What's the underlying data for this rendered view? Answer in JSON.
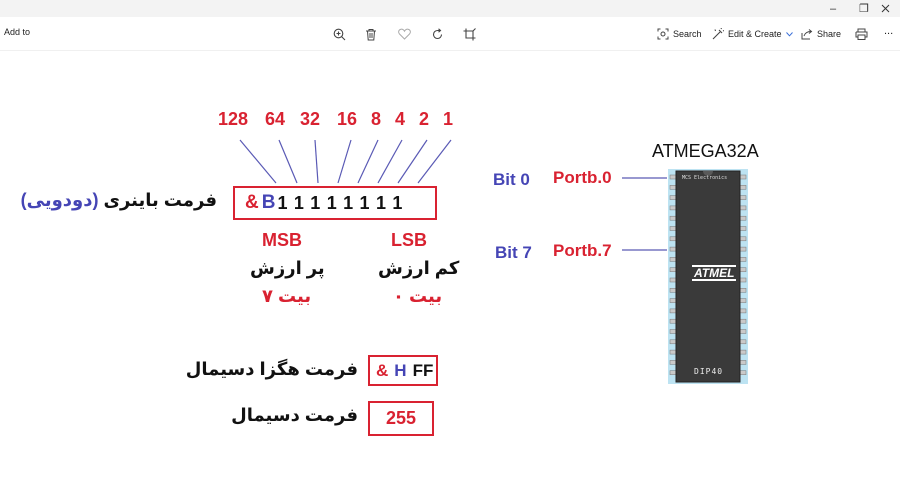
{
  "toolbar": {
    "add_to_label": "Add to",
    "search_label": "Search",
    "edit_create_label": "Edit & Create",
    "share_label": "Share",
    "more_label": "..."
  },
  "window": {
    "minimize_glyph": "–",
    "maximize_glyph": "❐"
  },
  "diagram": {
    "bit_weights": [
      "128",
      "64",
      "32",
      "16",
      "8",
      "4",
      "2",
      "1"
    ],
    "binary_label": "فرمت باینری",
    "binary_label_paren": "(دودویی)",
    "binary_prefix_amp": "&",
    "binary_prefix_b": "B",
    "binary_digits": "11111111",
    "msb_label": "MSB",
    "msb_persian": "پر ارزش",
    "msb_bit": "بیت ۷",
    "lsb_label": "LSB",
    "lsb_persian": "کم ارزش",
    "lsb_bit": "بیت ۰",
    "hex_label": "فرمت هگزا دسیمال",
    "hex_prefix_amp": "&",
    "hex_prefix_h": "H",
    "hex_value": "FF",
    "decimal_label": "فرمت دسیمال",
    "decimal_value": "255",
    "chip_title": "ATMEGA32A",
    "bit0_label": "Bit 0",
    "bit7_label": "Bit 7",
    "portb0_label": "Portb.0",
    "portb7_label": "Portb.7",
    "chip_top_text": "MCS Electronics",
    "chip_logo_text": "ATMEL",
    "chip_package": "DIP40"
  },
  "colors": {
    "red": "#d92231",
    "blue": "#4545b5",
    "chip_body": "#3a3a3a",
    "chip_border": "#bde3f2"
  }
}
